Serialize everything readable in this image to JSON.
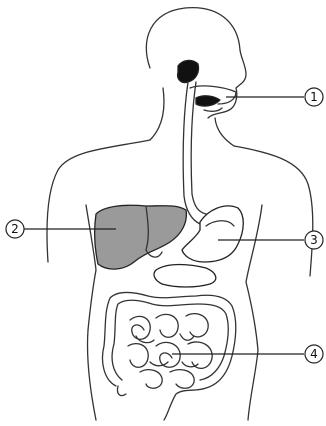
{
  "labels": [
    {
      "id": "1",
      "text": "1"
    },
    {
      "id": "2",
      "text": "2"
    },
    {
      "id": "3",
      "text": "3"
    },
    {
      "id": "4",
      "text": "4"
    }
  ],
  "colors": {
    "liver": "#9a9a9a",
    "outline": "#333333",
    "background": "#ffffff"
  }
}
